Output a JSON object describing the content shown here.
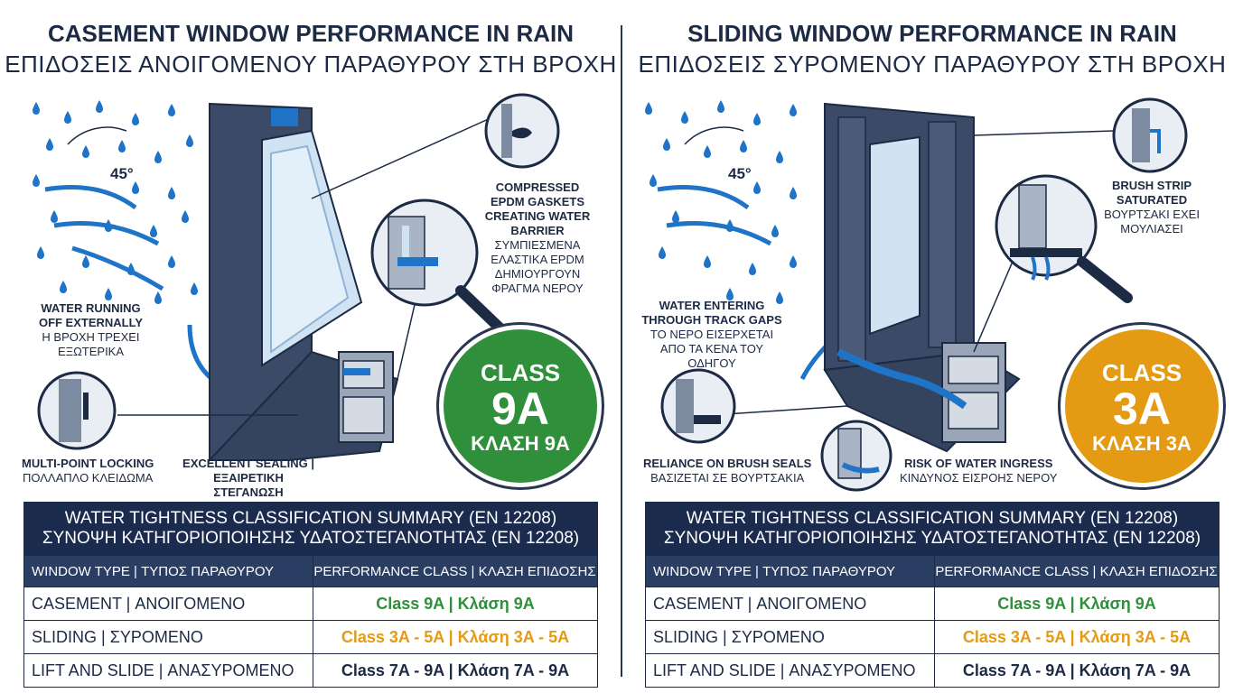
{
  "left": {
    "title_en": "CASEMENT WINDOW PERFORMANCE IN RAIN",
    "title_gr": "ΕΠΙΔΟΣΕΙΣ ΑΝΟΙΓΟΜΕΝΟΥ ΠΑΡΑΘΥΡΟΥ ΣΤΗ ΒΡΟΧΗ",
    "angle": "45°",
    "labels": {
      "gaskets_en": "COMPRESSED EPDM GASKETS CREATING WATER BARRIER",
      "gaskets_gr": "ΣΥΜΠΙΕΣΜΕΝΑ ΕΛΑΣΤΙΚΑ EPDM ΔΗΜΙΟΥΡΓΟΥΝ ΦΡΑΓΜΑ ΝΕΡΟΥ",
      "runoff_en": "WATER RUNNING OFF EXTERNALLY",
      "runoff_gr": "Η ΒΡΟΧΗ ΤΡΕΧΕΙ ΕΞΩΤΕΡΙΚΑ",
      "locking_en": "MULTI-POINT LOCKING",
      "locking_gr": "ΠΟΛΛΑΠΛΟ ΚΛΕΙΔΩΜΑ",
      "sealing": "EXCELLENT SEALING | ΕΞΑΙΡΕΤΙΚΗ ΣΤΕΓΑΝΩΣΗ"
    },
    "badge": {
      "line1": "CLASS",
      "line2": "9A",
      "line3": "ΚΛΑΣΗ 9A",
      "color": "#2f8f3a"
    }
  },
  "right": {
    "title_en": "SLIDING WINDOW PERFORMANCE IN RAIN",
    "title_gr": "ΕΠΙΔΟΣΕΙΣ ΣΥΡΟΜΕΝΟΥ ΠΑΡΑΘΥΡΟΥ ΣΤΗ ΒΡΟΧΗ",
    "angle": "45°",
    "labels": {
      "brush_en": "BRUSH STRIP SATURATED",
      "brush_gr": "ΒΟΥΡΤΣΑΚΙ ΕΧΕΙ ΜΟΥΛΙΑΣΕΙ",
      "entering_en": "WATER ENTERING THROUGH TRACK GAPS",
      "entering_gr": "ΤΟ ΝΕΡΟ ΕΙΣΕΡΧΕΤΑΙ ΑΠΟ ΤΑ ΚΕΝΑ ΤΟΥ ΟΔΗΓΟΥ",
      "reliance_en": "RELIANCE ON BRUSH SEALS",
      "reliance_gr": "ΒΑΣΙΖΕΤΑΙ ΣΕ ΒΟΥΡΤΣΑΚΙΑ",
      "risk_en": "RISK OF WATER INGRESS",
      "risk_gr": "ΚΙΝΔΥΝΟΣ ΕΙΣΡΟΗΣ ΝΕΡΟΥ"
    },
    "badge": {
      "line1": "CLASS",
      "line2": "3A",
      "line3": "ΚΛΑΣΗ 3A",
      "color": "#e49a12"
    }
  },
  "table": {
    "heading_en": "WATER TIGHTNESS CLASSIFICATION SUMMARY (EN 12208)",
    "heading_gr": "ΣΥΝΟΨΗ ΚΑΤΗΓΟΡΙΟΠΟΙΗΣΗΣ ΥΔΑΤΟΣΤΕΓΑΝΟΤΗΤΑΣ (EN 12208)",
    "col1": "WINDOW TYPE | ΤΥΠΟΣ ΠΑΡΑΘΥΡΟΥ",
    "col2": "PERFORMANCE CLASS | ΚΛΑΣΗ ΕΠΙΔΟΣΗΣ",
    "rows": [
      {
        "type": "CASEMENT | ΑΝΟΙΓΟΜΕΝΟ",
        "class": "Class 9A | Κλάση 9A",
        "color": "#2f8f3a"
      },
      {
        "type": "SLIDING | ΣΥΡΟΜΕΝΟ",
        "class": "Class 3A - 5A | Κλάση 3A - 5A",
        "color": "#e49a12"
      },
      {
        "type": "LIFT AND SLIDE | ΑΝΑΣΥΡΟΜΕΝΟ",
        "class": "Class 7A - 9A | Κλάση 7A - 9A",
        "color": "#1c2a44"
      }
    ]
  }
}
